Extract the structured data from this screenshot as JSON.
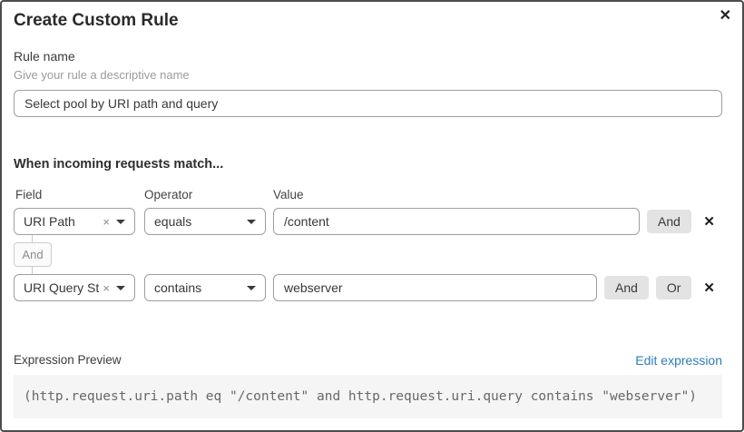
{
  "dialog": {
    "title": "Create Custom Rule",
    "close_icon": "✕"
  },
  "rule_name": {
    "label": "Rule name",
    "helper": "Give your rule a descriptive name",
    "value": "Select pool by URI path and query"
  },
  "matcher": {
    "heading": "When incoming requests match...",
    "column_labels": {
      "field": "Field",
      "operator": "Operator",
      "value": "Value"
    },
    "connector_label": "And",
    "icons": {
      "clear": "×",
      "delete": "✕"
    },
    "rows": [
      {
        "field": "URI Path",
        "operator": "equals",
        "value": "/content",
        "buttons": [
          "And"
        ]
      },
      {
        "field": "URI Query St...",
        "operator": "contains",
        "value": "webserver",
        "buttons": [
          "And",
          "Or"
        ]
      }
    ]
  },
  "expression": {
    "label": "Expression Preview",
    "edit_link": "Edit expression",
    "code": "(http.request.uri.path eq \"/content\" and http.request.uri.query contains \"webserver\")"
  },
  "colors": {
    "link_blue": "#2e7cb8",
    "button_gray": "#e3e3e3",
    "input_border": "#9e9e9e",
    "code_background": "#f5f5f5"
  }
}
